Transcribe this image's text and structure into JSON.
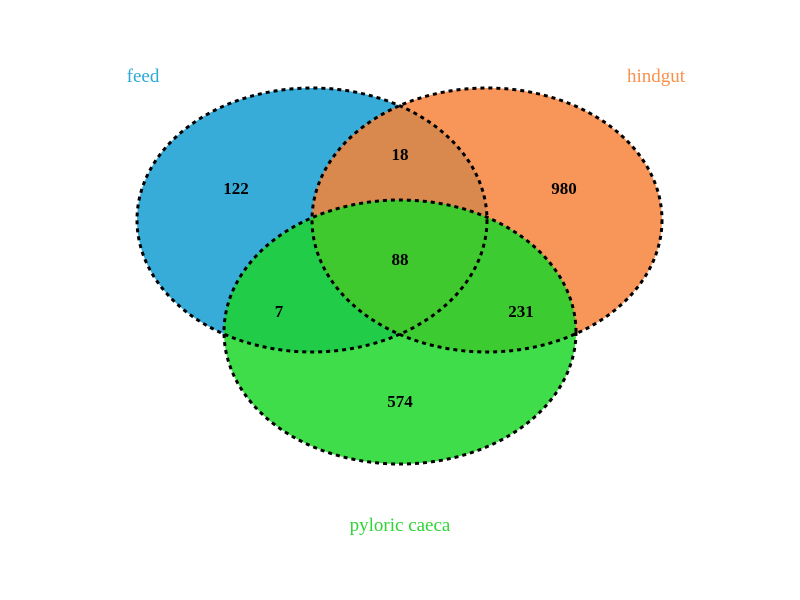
{
  "sets": [
    {
      "key": "feed",
      "name": "feed",
      "fill": "#2ba8d7",
      "label_color": "#2ba8d7"
    },
    {
      "key": "hindgut",
      "name": "hindgut",
      "fill": "#f9914d",
      "label_color": "#f9914d"
    },
    {
      "key": "pyloric",
      "name": "pyloric caeca",
      "fill": "#33dd3d",
      "label_color": "#2fd436"
    }
  ],
  "regions": {
    "feed_only": "122",
    "hindgut_only": "980",
    "pyloric_only": "574",
    "feed_hindgut": "18",
    "feed_pyloric": "7",
    "hindgut_pyloric": "231",
    "all_three": "88"
  },
  "style": {
    "outline": "dashed black",
    "fill_opacity": 0.95
  }
}
